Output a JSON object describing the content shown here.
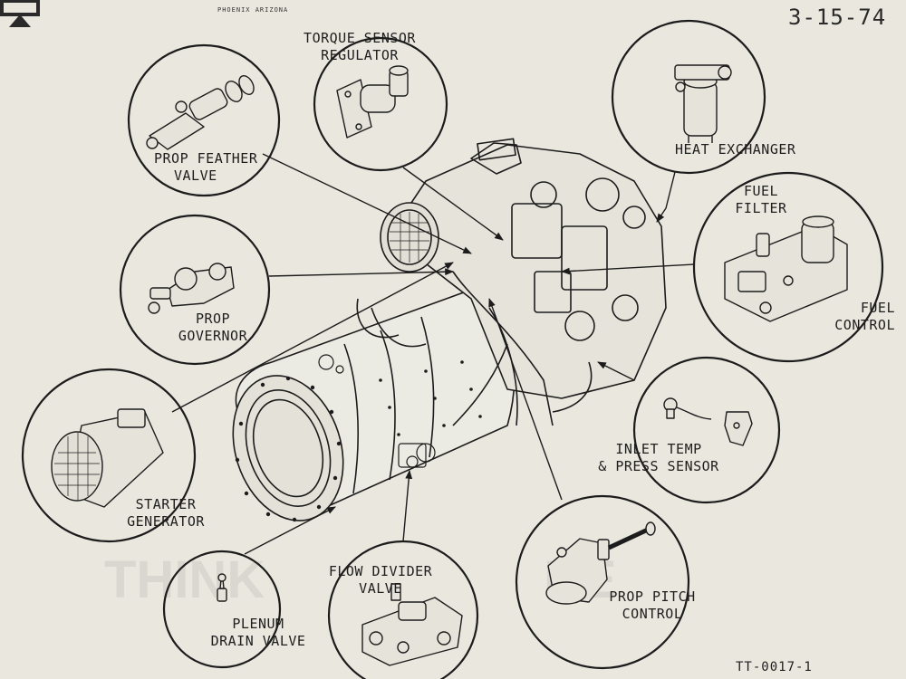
{
  "header": {
    "city": "PHOENIX ARIZONA",
    "date": "3-15-74"
  },
  "footer": {
    "doc_id": "TT-0017-1"
  },
  "components": {
    "torque_sensor_regulator": [
      "TORQUE SENSOR",
      "REGULATOR"
    ],
    "prop_feather_valve": [
      "PROP FEATHER",
      "VALVE"
    ],
    "heat_exchanger": [
      "HEAT EXCHANGER"
    ],
    "fuel_filter": [
      "FUEL",
      "FILTER"
    ],
    "fuel_control": [
      "FUEL",
      "CONTROL"
    ],
    "prop_governor": [
      "PROP",
      "GOVERNOR"
    ],
    "inlet_temp_press_sensor": [
      "INLET TEMP",
      "& PRESS SENSOR"
    ],
    "starter_generator": [
      "STARTER",
      "GENERATOR"
    ],
    "prop_pitch_control": [
      "PROP PITCH",
      "CONTROL"
    ],
    "flow_divider_valve": [
      "FLOW DIVIDER",
      "VALVE"
    ],
    "plenum_drain_valve": [
      "PLENUM",
      "DRAIN VALVE"
    ]
  },
  "colors": {
    "paper": "#e9e7de",
    "ink": "#1c1c1c"
  }
}
